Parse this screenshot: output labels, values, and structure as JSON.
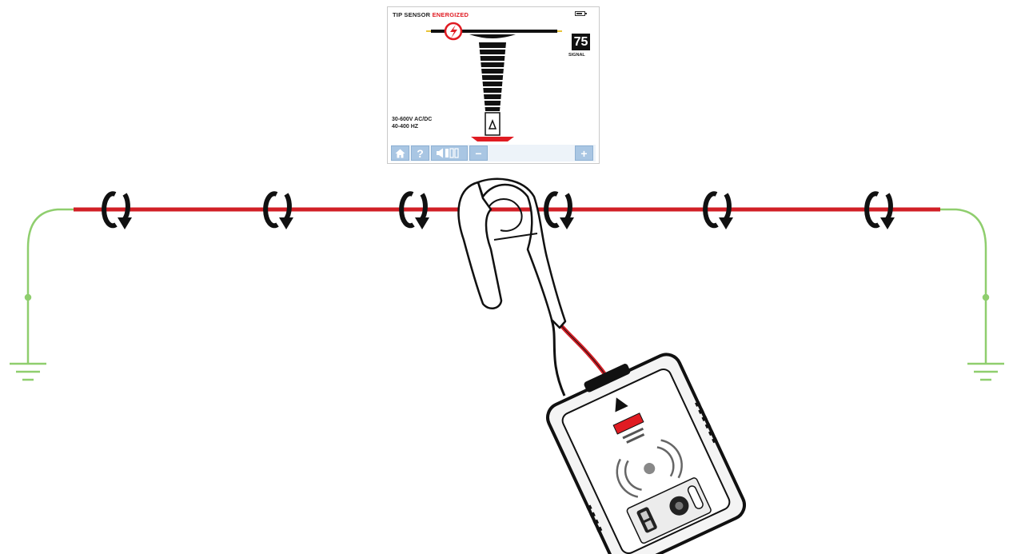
{
  "screen": {
    "title_prefix": "TIP SENSOR",
    "title_state": "ENERGIZED",
    "signal_value": "75",
    "signal_label": "SIGNAL",
    "range_voltage": "30-600V AC/DC",
    "range_frequency": "40-400 HZ",
    "toolbar": {
      "help_label": "?",
      "minus_label": "−",
      "plus_label": "+"
    },
    "icons": [
      "battery-icon",
      "lightning-icon",
      "home-icon",
      "volume-icon"
    ]
  },
  "colors": {
    "conductor": "#d11f26",
    "ground": "#8fce6e",
    "accent_red": "#e01b22",
    "toolbar_button": "#a9c6e3",
    "outline": "#111111"
  },
  "diagram": {
    "current_markers": 6,
    "ground_connections": 2,
    "icons": [
      "current-direction-icon",
      "ground-symbol-icon",
      "clamp-probe-icon",
      "tester-device-icon"
    ]
  }
}
